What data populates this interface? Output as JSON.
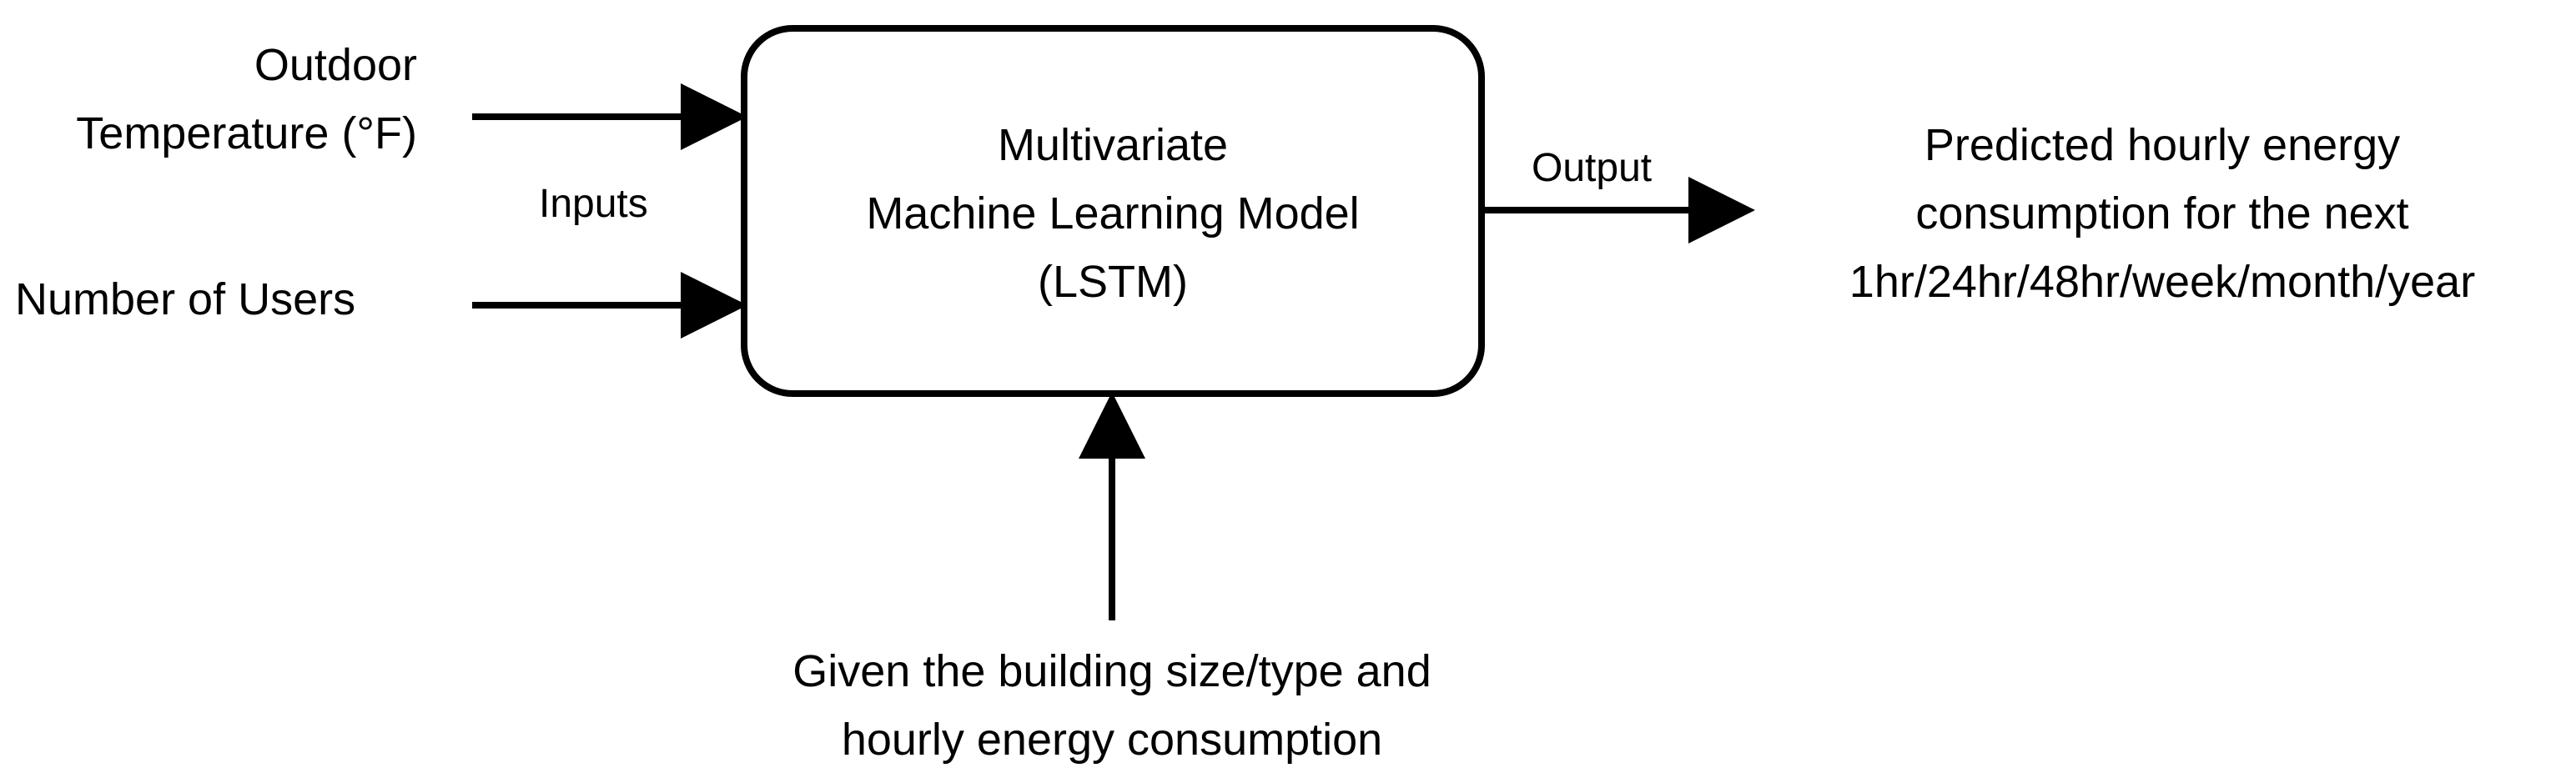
{
  "diagram": {
    "inputs": {
      "outdoor_temperature": [
        "Outdoor",
        "Temperature (°F)"
      ],
      "number_of_users": "Number of Users",
      "inputs_label": "Inputs"
    },
    "model_box": {
      "lines": [
        "Multivariate",
        "Machine Learning Model",
        "(LSTM)"
      ]
    },
    "output": {
      "output_label": "Output",
      "prediction_lines": [
        "Predicted hourly energy",
        "consumption for the next",
        "1hr/24hr/48hr/week/month/year"
      ]
    },
    "context": {
      "lines": [
        "Given the building size/type and",
        "hourly energy consumption"
      ]
    }
  }
}
